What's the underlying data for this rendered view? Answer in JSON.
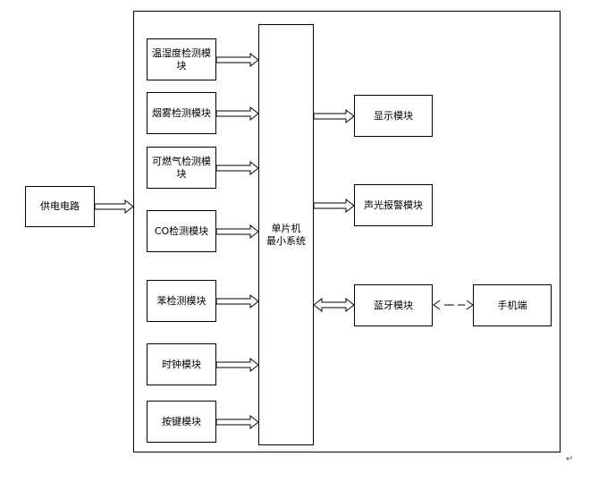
{
  "diagram": {
    "power": "供电电路",
    "sensors": [
      "温湿度检测模块",
      "烟雾检测模块",
      "可燃气检测模块",
      "CO检测模块",
      "苯检测模块",
      "时钟模块",
      "按键模块"
    ],
    "mcu": {
      "line1": "单片机",
      "line2": "最小系统"
    },
    "outputs": {
      "display": "显示模块",
      "alarm": "声光报警模块",
      "bluetooth": "蓝牙模块"
    },
    "phone": "手机端",
    "corner_mark": "↵"
  }
}
